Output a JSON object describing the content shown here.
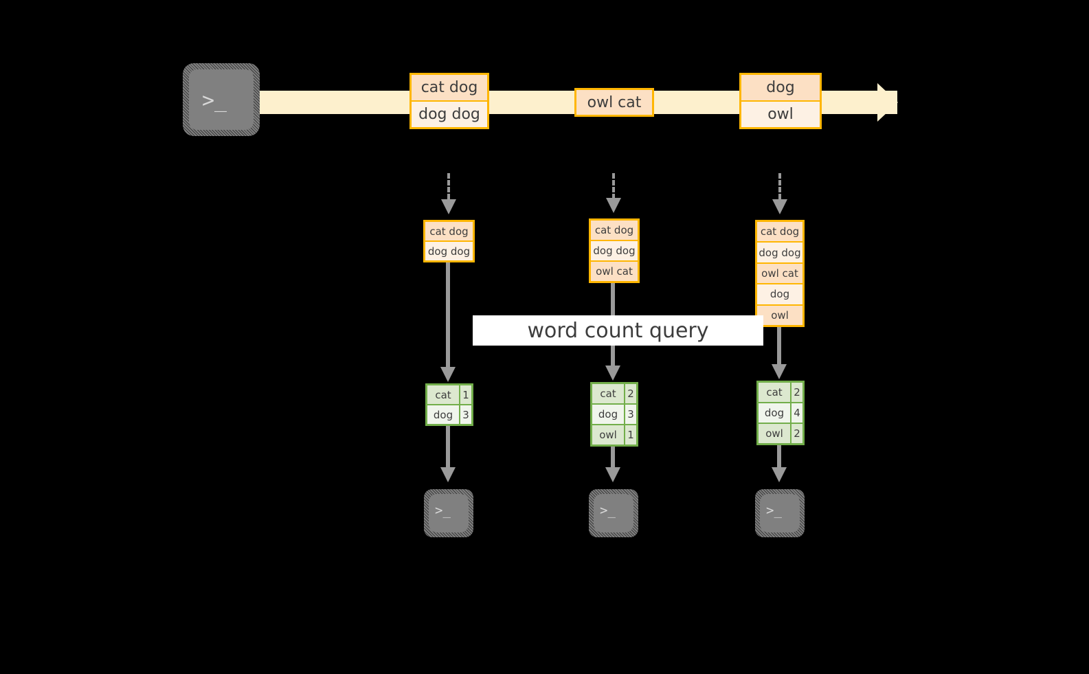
{
  "diagram": {
    "title_label": "word count query",
    "colors": {
      "background": "#000000",
      "stream_band": "#fdf0cd",
      "message_border": "#ffb601",
      "message_fill_dark": "#fce0c4",
      "message_fill_light": "#fdf1e4",
      "result_border": "#72ae4a",
      "result_fill_dark": "#dce8cf",
      "result_fill_light": "#f0f5ec",
      "connector": "#9a9a9a",
      "terminal_fill": "#808080",
      "label_fill": "#ffffff",
      "text": "#3d3d3d"
    }
  },
  "source": {
    "icon": "terminal-icon",
    "glyph": ">_"
  },
  "stream": {
    "messages": [
      {
        "id": "m1",
        "lines": [
          "cat dog",
          "dog dog"
        ]
      },
      {
        "id": "m2",
        "lines": [
          "owl cat"
        ]
      },
      {
        "id": "m3",
        "lines": [
          "dog",
          "owl"
        ]
      }
    ]
  },
  "snapshots": [
    {
      "id": "s1",
      "accumulated": [
        "cat dog",
        "dog dog"
      ],
      "result": {
        "rows": [
          {
            "word": "cat",
            "count": "1"
          },
          {
            "word": "dog",
            "count": "3"
          }
        ]
      },
      "sink": {
        "icon": "terminal-icon",
        "glyph": ">_"
      }
    },
    {
      "id": "s2",
      "accumulated": [
        "cat dog",
        "dog dog",
        "owl cat"
      ],
      "result": {
        "rows": [
          {
            "word": "cat",
            "count": "2"
          },
          {
            "word": "dog",
            "count": "3"
          },
          {
            "word": "owl",
            "count": "1"
          }
        ]
      },
      "sink": {
        "icon": "terminal-icon",
        "glyph": ">_"
      }
    },
    {
      "id": "s3",
      "accumulated": [
        "cat dog",
        "dog dog",
        "owl cat",
        "dog",
        "owl"
      ],
      "result": {
        "rows": [
          {
            "word": "cat",
            "count": "2"
          },
          {
            "word": "dog",
            "count": "4"
          },
          {
            "word": "owl",
            "count": "2"
          }
        ]
      },
      "sink": {
        "icon": "terminal-icon",
        "glyph": ">_"
      }
    }
  ]
}
